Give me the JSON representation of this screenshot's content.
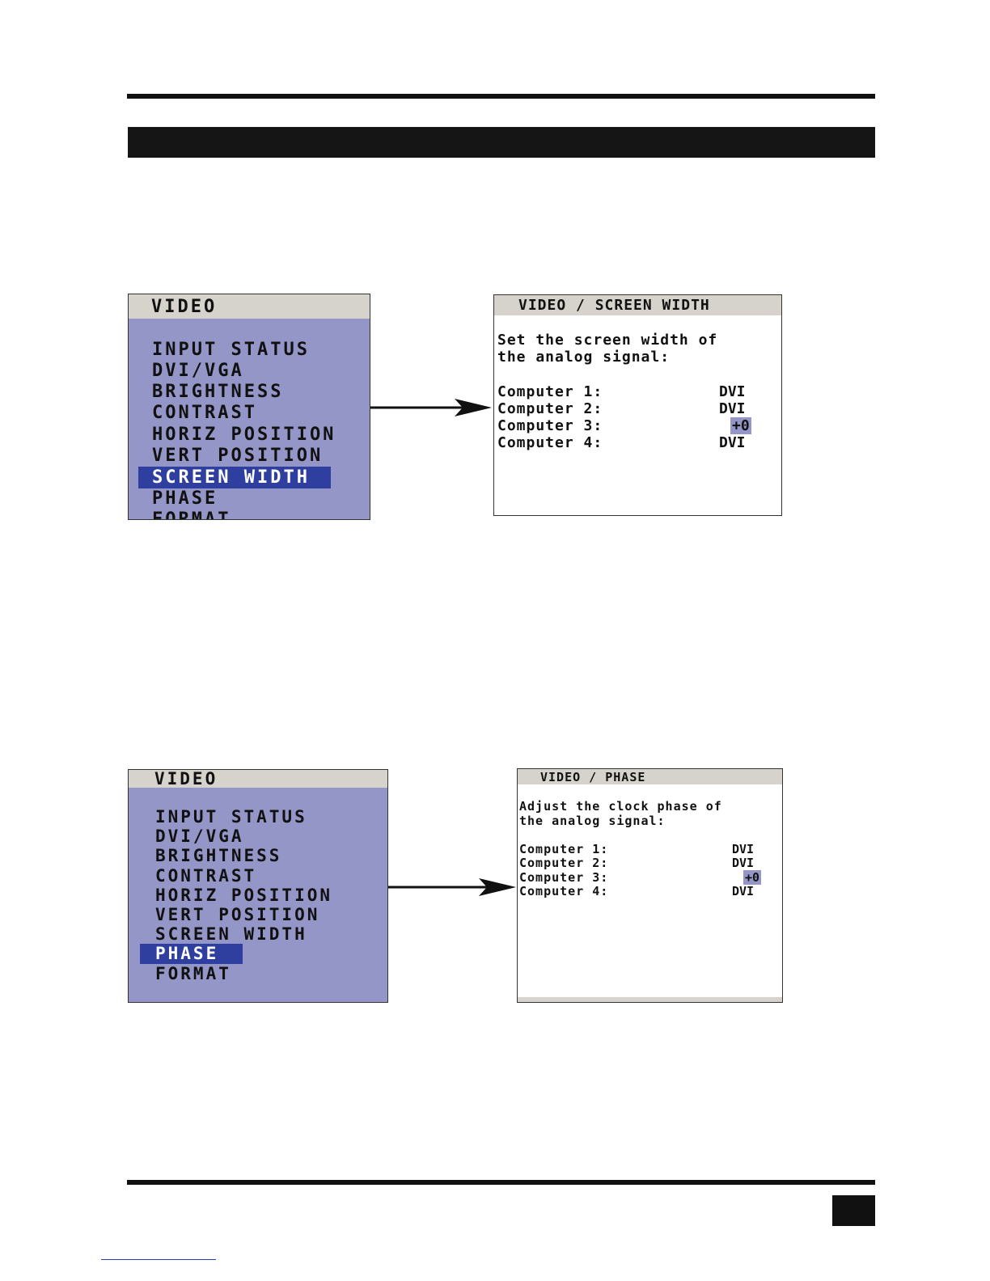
{
  "screen_width_example": {
    "menu": {
      "title": "VIDEO",
      "items": [
        "INPUT STATUS",
        "DVI/VGA",
        "BRIGHTNESS",
        "CONTRAST",
        "HORIZ POSITION",
        "VERT POSITION",
        "SCREEN WIDTH",
        "PHASE",
        "FORMAT"
      ],
      "selected": "SCREEN WIDTH"
    },
    "detail": {
      "title": "VIDEO / SCREEN WIDTH",
      "description_line1": "Set the screen width of",
      "description_line2": "the analog signal:",
      "rows": [
        {
          "label": "Computer 1:",
          "value": "DVI"
        },
        {
          "label": "Computer 2:",
          "value": "DVI"
        },
        {
          "label": "Computer 3:",
          "value": "+0"
        },
        {
          "label": "Computer 4:",
          "value": "DVI"
        }
      ]
    }
  },
  "phase_example": {
    "menu": {
      "title": "VIDEO",
      "items": [
        "INPUT STATUS",
        "DVI/VGA",
        "BRIGHTNESS",
        "CONTRAST",
        "HORIZ POSITION",
        "VERT POSITION",
        "SCREEN WIDTH",
        "PHASE",
        "FORMAT"
      ],
      "selected": "PHASE"
    },
    "detail": {
      "title": "VIDEO / PHASE",
      "description_line1": "Adjust the clock phase of",
      "description_line2": "the analog signal:",
      "rows": [
        {
          "label": "Computer 1:",
          "value": "DVI"
        },
        {
          "label": "Computer 2:",
          "value": "DVI"
        },
        {
          "label": "Computer 3:",
          "value": "+0"
        },
        {
          "label": "Computer 4:",
          "value": "DVI"
        }
      ]
    }
  },
  "colors": {
    "menu_background": "#9496c8",
    "selection": "#2f3fa0",
    "title_bar": "#d6d3cc",
    "rules": "#111111"
  }
}
